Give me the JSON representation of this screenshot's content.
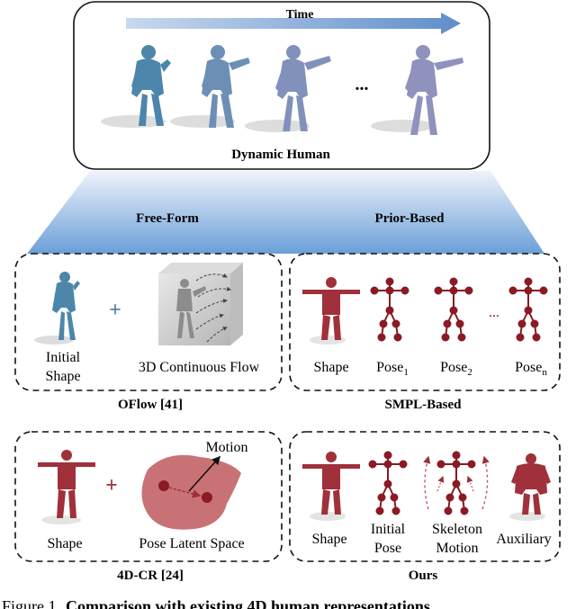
{
  "top": {
    "time_label": "Time",
    "ellipsis": "...",
    "caption": "Dynamic Human"
  },
  "branches": {
    "left": "Free-Form",
    "right": "Prior-Based"
  },
  "oflow": {
    "initial_shape_line1": "Initial",
    "initial_shape_line2": "Shape",
    "plus": "+",
    "flow_label": "3D Continuous Flow",
    "caption": "OFlow [41]"
  },
  "smpl": {
    "shape_label": "Shape",
    "pose_prefix": "Pose",
    "pose1_sub": "1",
    "pose2_sub": "2",
    "posen_sub": "n",
    "ellipsis": "...",
    "caption": "SMPL-Based"
  },
  "cr4d": {
    "shape_label": "Shape",
    "plus": "+",
    "motion_label": "Motion",
    "latent_label": "Pose Latent Space",
    "caption": "4D-CR [24]"
  },
  "ours": {
    "shape_label": "Shape",
    "initial_pose_line1": "Initial",
    "initial_pose_line2": "Pose",
    "skeleton_motion_line1": "Skeleton",
    "skeleton_motion_line2": "Motion",
    "auxiliary_label": "Auxiliary",
    "caption": "Ours"
  },
  "figure_caption": {
    "prefix": "Figure 1.",
    "bold": "Comparison with existing 4D human representations"
  },
  "colors": {
    "blue_mesh": "#5a8fb2",
    "red_mesh": "#a0303a",
    "skeleton": "#8a1a24",
    "fan_top": "#e6eef8",
    "fan_bottom": "#6b9fd8",
    "latent_blob": "#c97276"
  }
}
